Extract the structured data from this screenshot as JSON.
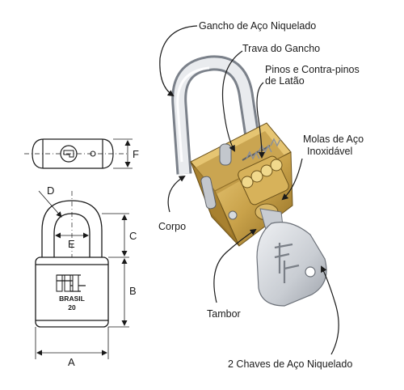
{
  "labels": {
    "gancho": "Gancho de Aço Niquelado",
    "trava": "Trava do Gancho",
    "pinos_1": "Pinos e Contra-pinos",
    "pinos_2": "de Latão",
    "molas_1": "Molas de Aço",
    "molas_2": "Inoxidável",
    "corpo": "Corpo",
    "tambor": "Tambor",
    "chaves": "2 Chaves de Aço Niquelado"
  },
  "dimensions": {
    "a": "A",
    "b": "B",
    "c": "C",
    "d": "D",
    "e": "E",
    "f": "F"
  },
  "brand": {
    "name": "BRASIL",
    "model": "20"
  },
  "colors": {
    "brass": "#c9a24a",
    "steel": "#c8ccd2",
    "ink": "#1a1a1a"
  }
}
